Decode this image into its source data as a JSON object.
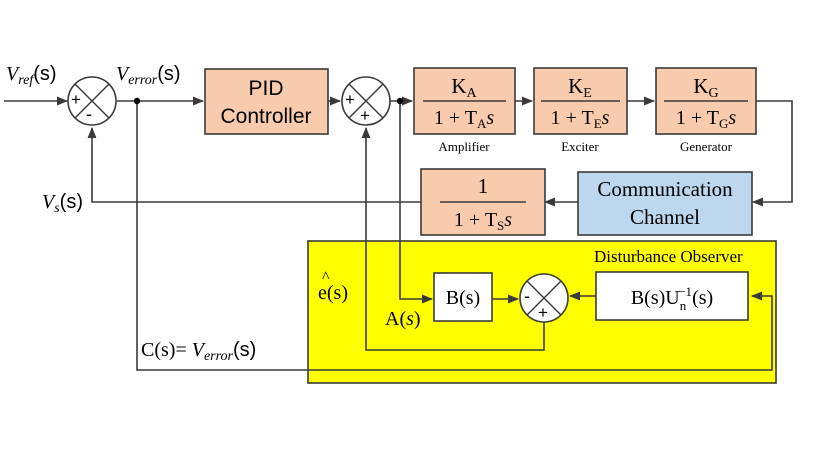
{
  "signals": {
    "vref_main": "V",
    "vref_sub": "ref",
    "vref_arg": "(s)",
    "verror_main": "V",
    "verror_sub": "error",
    "verror_arg": "(s)",
    "vs_main": "V",
    "vs_sub": "s",
    "vs_arg": "(s)",
    "ehat": "e(s)",
    "ehat_accent": "^",
    "a_prefix": "A(",
    "a_var": "s",
    "a_suffix": ")",
    "c_prefix": "C(s)= ",
    "c_main": "V",
    "c_sub": "error",
    "c_arg": "(s)"
  },
  "blocks": {
    "pid": {
      "line1": "PID",
      "line2": "Controller"
    },
    "amplifier": {
      "num": "K",
      "num_sub": "A",
      "den_pre": "1 + T",
      "den_sub": "A",
      "den_var": "s",
      "caption": "Amplifier"
    },
    "exciter": {
      "num": "K",
      "num_sub": "E",
      "den_pre": "1 + T",
      "den_sub": "E",
      "den_var": "s",
      "caption": "Exciter"
    },
    "generator": {
      "num": "K",
      "num_sub": "G",
      "den_pre": "1 + T",
      "den_sub": "G",
      "den_var": "s",
      "caption": "Generator"
    },
    "sensor": {
      "num": "1",
      "den_pre": "1 + T",
      "den_sub": "S",
      "den_var": "s"
    },
    "comm": {
      "line1": "Communication",
      "line2": "Channel"
    },
    "observer": {
      "title": "Disturbance Observer",
      "b_block": "B(s)",
      "bu_pre": "B(s)U",
      "bu_sub": "n",
      "bu_sup": "−1",
      "bu_post": "(s)"
    }
  },
  "junction_signs": {
    "sum1_left": "+",
    "sum1_bottom": "-",
    "sum2_left": "+",
    "sum2_bottom": "+",
    "sum3_left": "-",
    "sum3_bottom": "+"
  },
  "colors": {
    "block_fill": "#f8cbad",
    "comm_fill": "#bdd7ee",
    "observer_fill": "#ffff00",
    "line": "#3a3a3a"
  }
}
